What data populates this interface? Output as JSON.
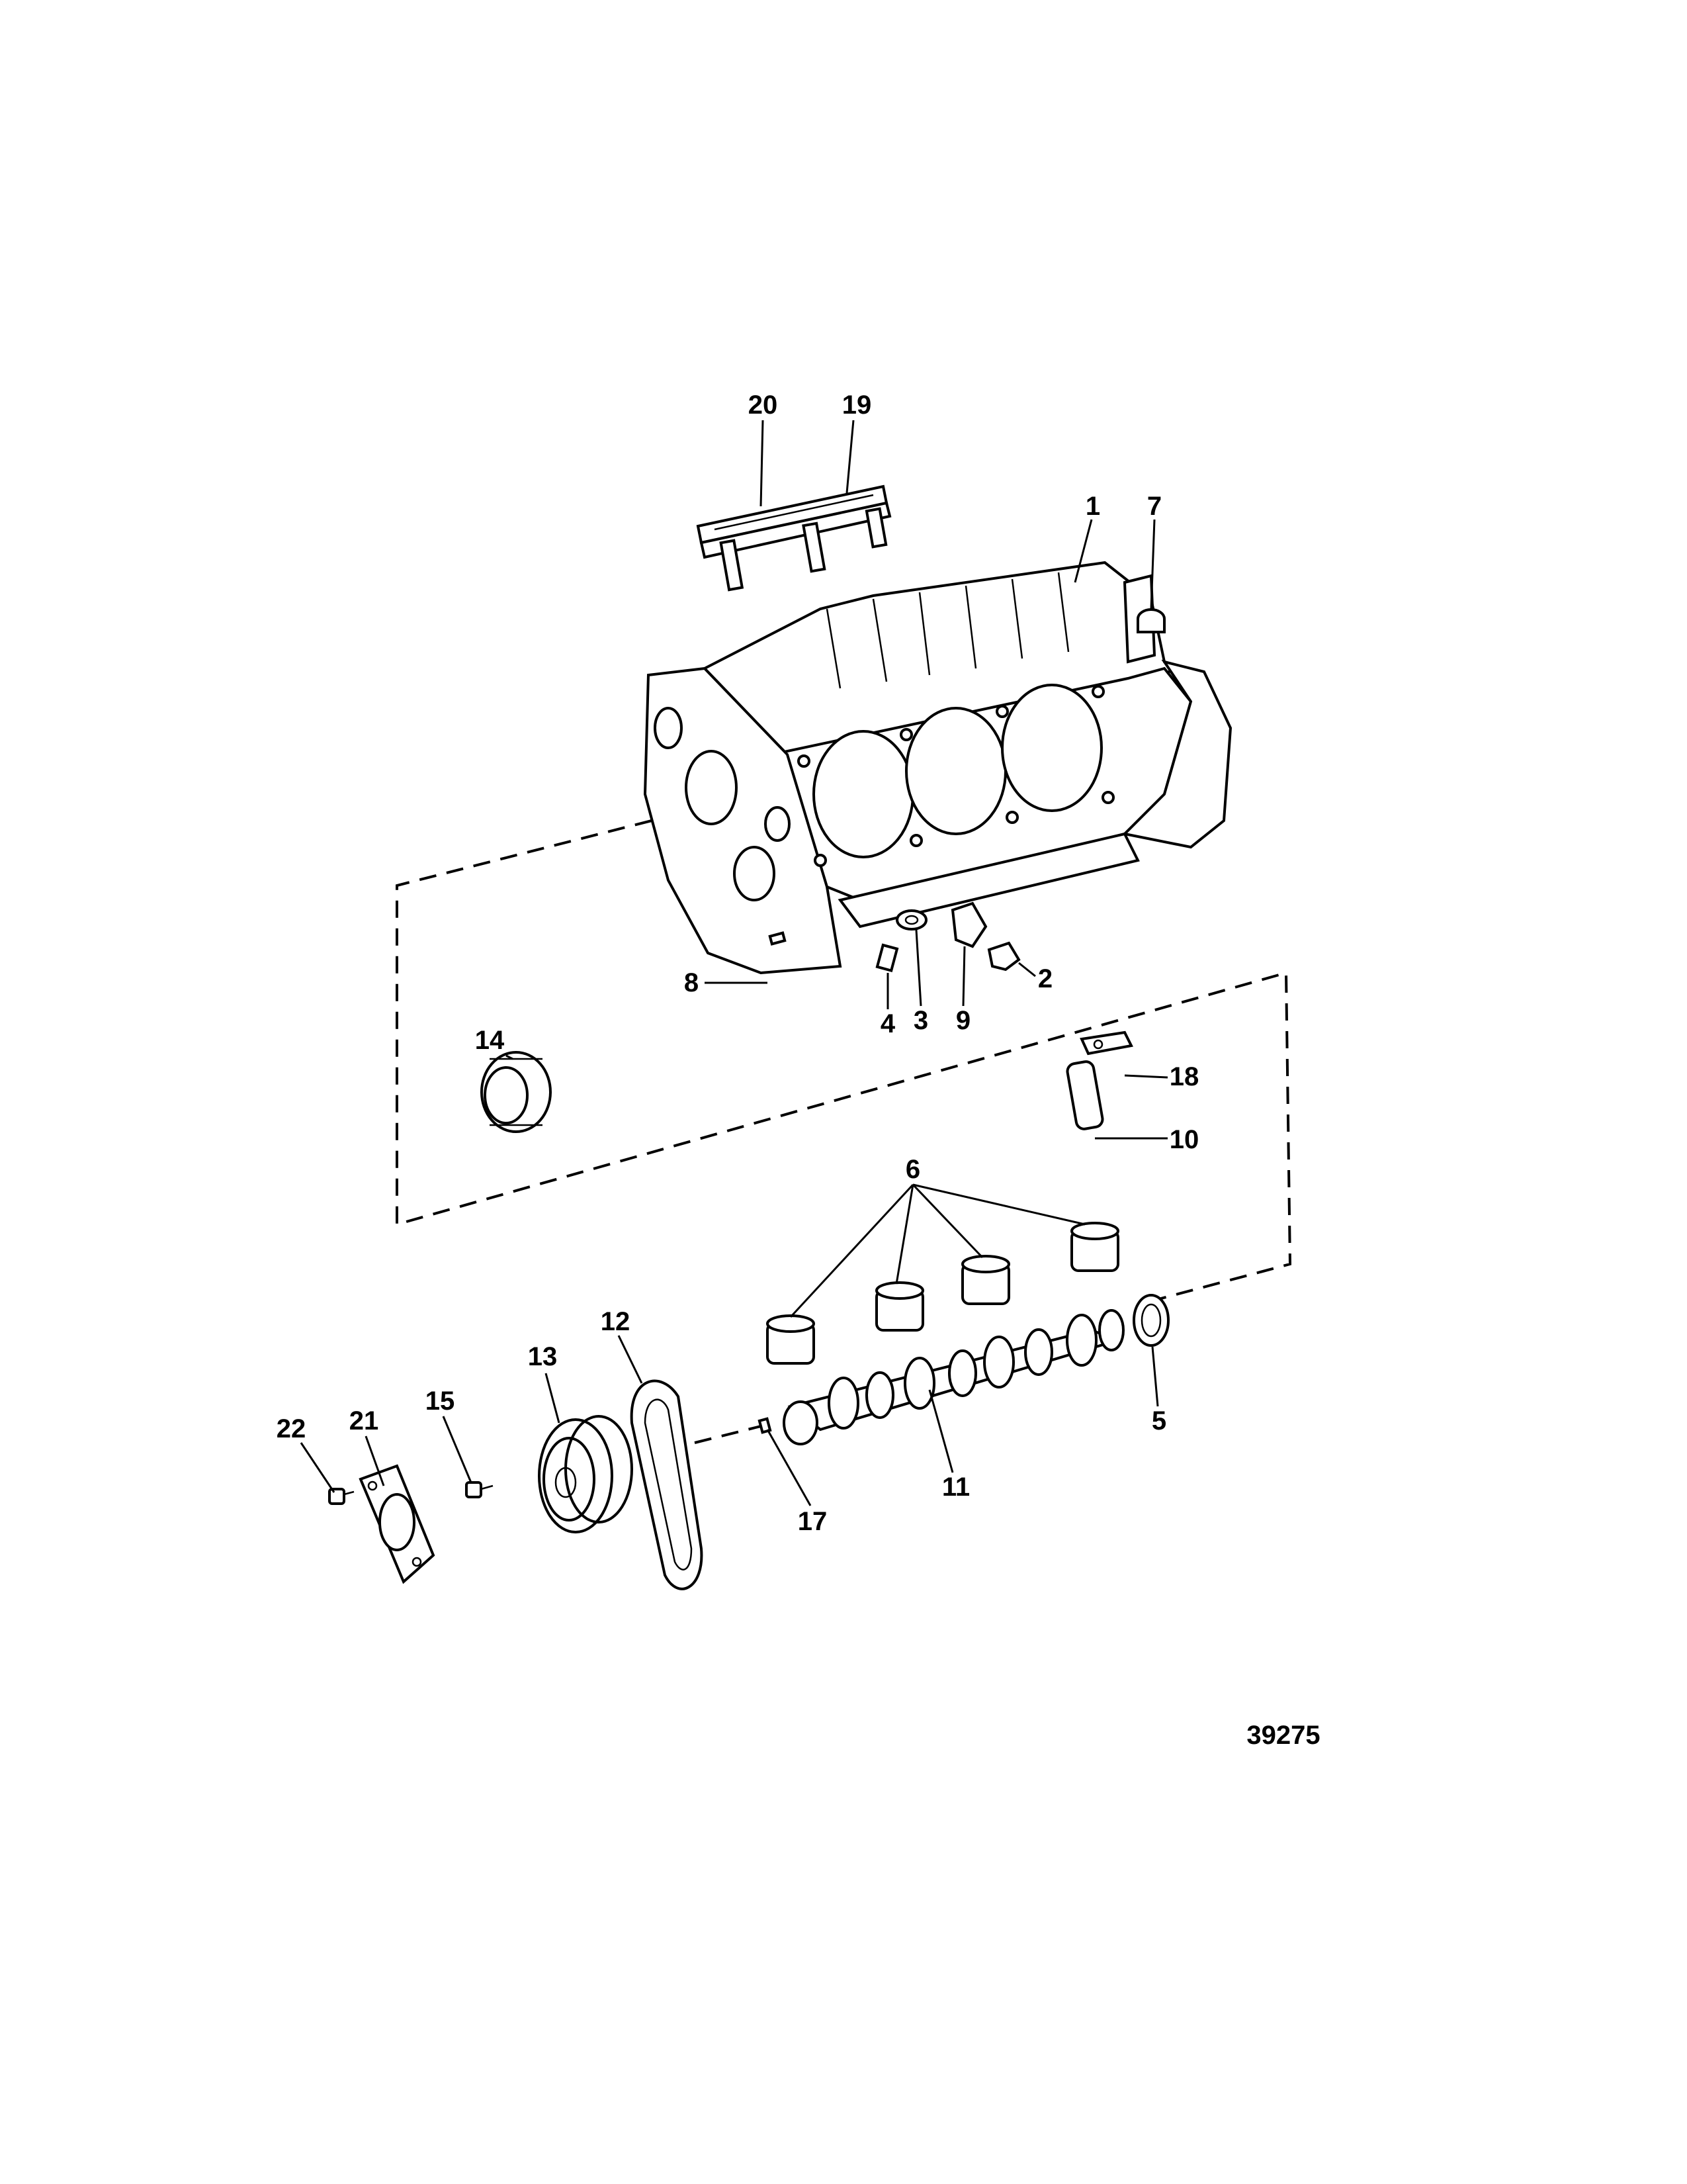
{
  "figure_number": "39275",
  "callouts": [
    {
      "id": "c20",
      "text": "20"
    },
    {
      "id": "c19",
      "text": "19"
    },
    {
      "id": "c1",
      "text": "1"
    },
    {
      "id": "c7",
      "text": "7"
    },
    {
      "id": "c8",
      "text": "8"
    },
    {
      "id": "c4",
      "text": "4"
    },
    {
      "id": "c3",
      "text": "3"
    },
    {
      "id": "c9",
      "text": "9"
    },
    {
      "id": "c2",
      "text": "2"
    },
    {
      "id": "c14",
      "text": "14"
    },
    {
      "id": "c18",
      "text": "18"
    },
    {
      "id": "c10",
      "text": "10"
    },
    {
      "id": "c6",
      "text": "6"
    },
    {
      "id": "c12",
      "text": "12"
    },
    {
      "id": "c13",
      "text": "13"
    },
    {
      "id": "c21",
      "text": "21"
    },
    {
      "id": "c22",
      "text": "22"
    },
    {
      "id": "c15",
      "text": "15"
    },
    {
      "id": "c5",
      "text": "5"
    },
    {
      "id": "c11",
      "text": "11"
    },
    {
      "id": "c17",
      "text": "17"
    }
  ]
}
